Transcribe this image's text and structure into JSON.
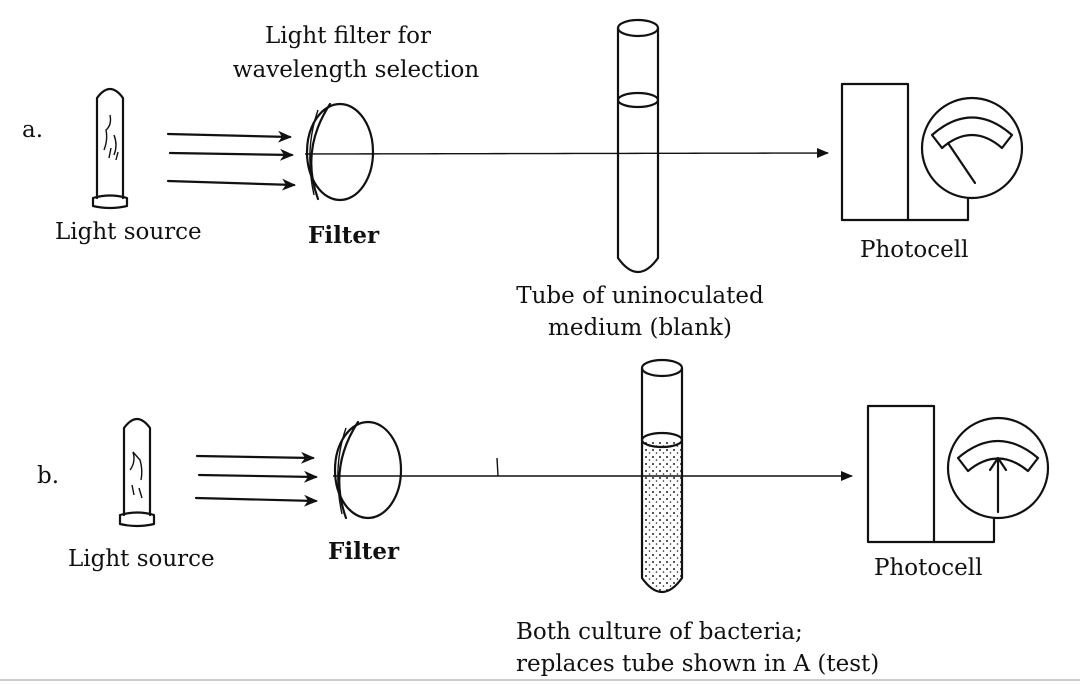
{
  "panel_a": {
    "letter": "a.",
    "filter_caption_line1": "Light filter for",
    "filter_caption_line2": "wavelength selection",
    "light_source_label": "Light source",
    "filter_label": "Filter",
    "tube_label_line1": "Tube of uninoculated",
    "tube_label_line2": "medium (blank)",
    "photocell_label": "Photocell"
  },
  "panel_b": {
    "letter": "b.",
    "light_source_label": "Light source",
    "filter_label": "Filter",
    "tube_label_line1": "Both culture of bacteria;",
    "tube_label_line2": "replaces tube shown in A (test)",
    "photocell_label": "Photocell"
  }
}
